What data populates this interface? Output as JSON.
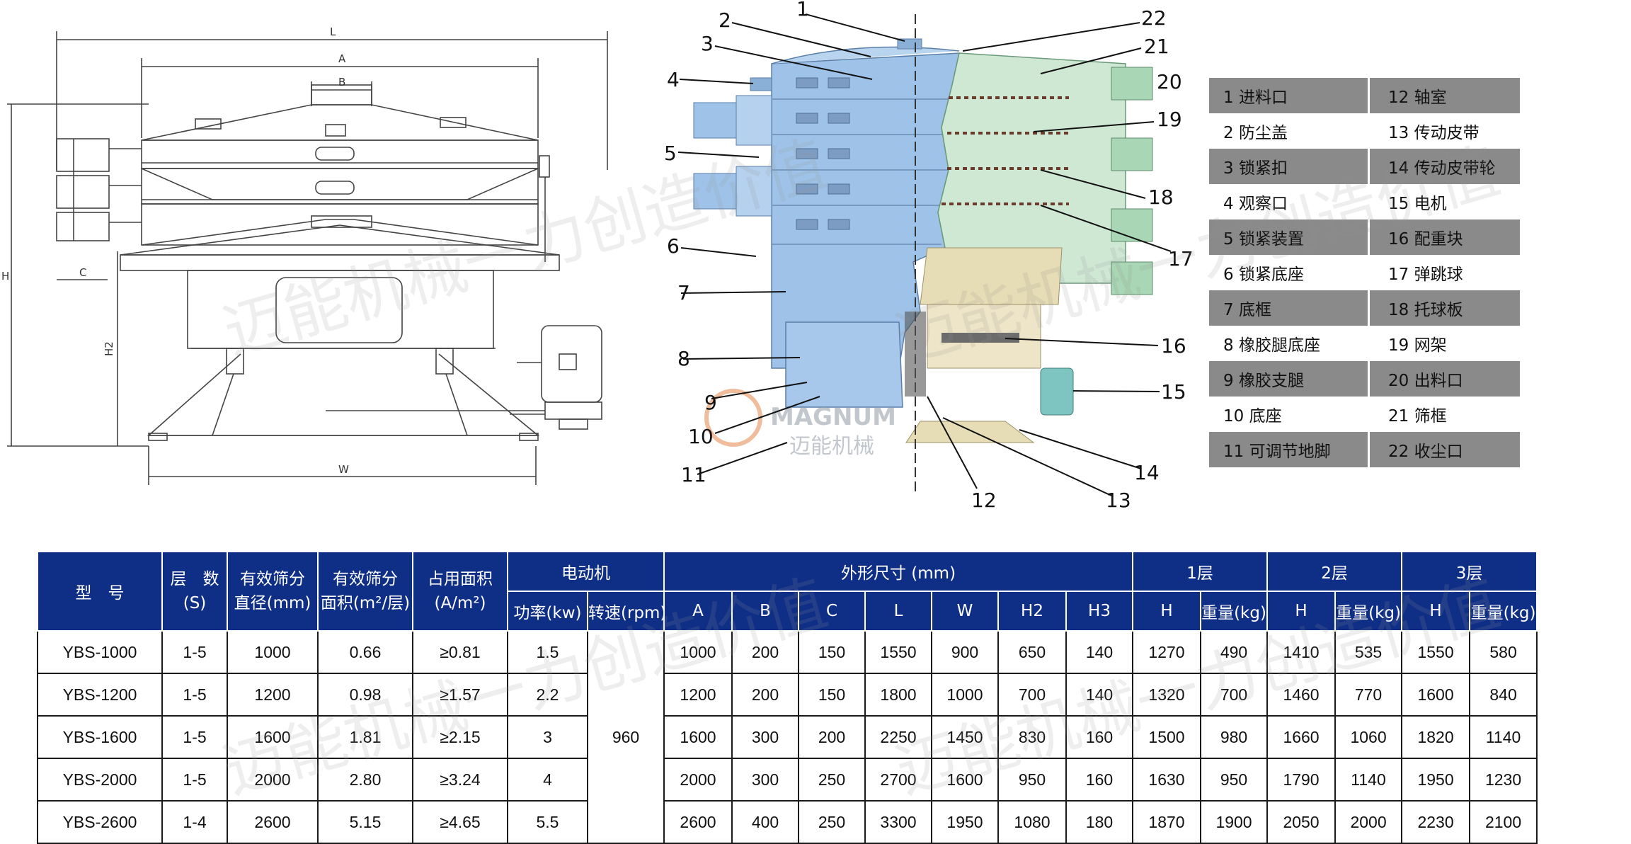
{
  "drawing": {
    "dim_L": "L",
    "dim_A": "A",
    "dim_B": "B",
    "dim_C": "C",
    "dim_H": "H",
    "dim_H2": "H2",
    "dim_W": "W"
  },
  "cutaway": {
    "callouts": [
      "1",
      "2",
      "3",
      "4",
      "5",
      "6",
      "7",
      "8",
      "9",
      "10",
      "11",
      "12",
      "13",
      "14",
      "15",
      "16",
      "17",
      "18",
      "19",
      "20",
      "21",
      "22"
    ],
    "brand": "MAGNUM",
    "brand_cn": "迈能机械"
  },
  "watermark": "迈能机械一力创造价值",
  "legend": [
    [
      "1  进料口",
      "12  轴室"
    ],
    [
      "2  防尘盖",
      "13  传动皮带"
    ],
    [
      "3  锁紧扣",
      "14  传动皮带轮"
    ],
    [
      "4  观察口",
      "15  电机"
    ],
    [
      "5  锁紧装置",
      "16  配重块"
    ],
    [
      "6  锁紧底座",
      "17  弹跳球"
    ],
    [
      "7  底框",
      "18  托球板"
    ],
    [
      "8  橡胶腿底座",
      "19  网架"
    ],
    [
      "9  橡胶支腿",
      "20  出料口"
    ],
    [
      "10  底座",
      "21  筛框"
    ],
    [
      "11  可调节地脚",
      "22  收尘口"
    ]
  ],
  "table": {
    "h_model": "型　号",
    "h_layers_1": "层　数",
    "h_layers_2": "(S)",
    "h_diam_1": "有效筛分",
    "h_diam_2": "直径(mm)",
    "h_area_1": "有效筛分",
    "h_area_2": "面积(m²/层)",
    "h_occ_1": "占用面积",
    "h_occ_2": "(A/m²)",
    "h_motor": "电动机",
    "h_power": "功率(kw)",
    "h_speed": "转速(rpm)",
    "h_dims": "外形尺寸 (mm)",
    "h_dim_cols": [
      "A",
      "B",
      "C",
      "L",
      "W",
      "H2",
      "H3"
    ],
    "h_layer1": "1层",
    "h_layer2": "2层",
    "h_layer3": "3层",
    "h_H": "H",
    "h_weight": "重量(kg)",
    "speed_value": "960",
    "rows": [
      {
        "model": "YBS-1000",
        "layers": "1-5",
        "diam": "1000",
        "area": "0.66",
        "occ": "≥0.81",
        "power": "1.5",
        "dims": [
          "1000",
          "200",
          "150",
          "1550",
          "900",
          "650",
          "140"
        ],
        "l1": [
          "1270",
          "490"
        ],
        "l2": [
          "1410",
          "535"
        ],
        "l3": [
          "1550",
          "580"
        ]
      },
      {
        "model": "YBS-1200",
        "layers": "1-5",
        "diam": "1200",
        "area": "0.98",
        "occ": "≥1.57",
        "power": "2.2",
        "dims": [
          "1200",
          "200",
          "150",
          "1800",
          "1000",
          "700",
          "140"
        ],
        "l1": [
          "1320",
          "700"
        ],
        "l2": [
          "1460",
          "770"
        ],
        "l3": [
          "1600",
          "840"
        ]
      },
      {
        "model": "YBS-1600",
        "layers": "1-5",
        "diam": "1600",
        "area": "1.81",
        "occ": "≥2.15",
        "power": "3",
        "dims": [
          "1600",
          "300",
          "200",
          "2250",
          "1450",
          "830",
          "160"
        ],
        "l1": [
          "1500",
          "980"
        ],
        "l2": [
          "1660",
          "1060"
        ],
        "l3": [
          "1820",
          "1140"
        ]
      },
      {
        "model": "YBS-2000",
        "layers": "1-5",
        "diam": "2000",
        "area": "2.80",
        "occ": "≥3.24",
        "power": "4",
        "dims": [
          "2000",
          "300",
          "250",
          "2700",
          "1600",
          "950",
          "160"
        ],
        "l1": [
          "1630",
          "950"
        ],
        "l2": [
          "1790",
          "1140"
        ],
        "l3": [
          "1950",
          "1230"
        ]
      },
      {
        "model": "YBS-2600",
        "layers": "1-4",
        "diam": "2600",
        "area": "5.15",
        "occ": "≥4.65",
        "power": "5.5",
        "dims": [
          "2600",
          "400",
          "250",
          "3300",
          "1950",
          "1080",
          "180"
        ],
        "l1": [
          "1870",
          "1900"
        ],
        "l2": [
          "2050",
          "2000"
        ],
        "l3": [
          "2230",
          "2100"
        ]
      }
    ]
  }
}
